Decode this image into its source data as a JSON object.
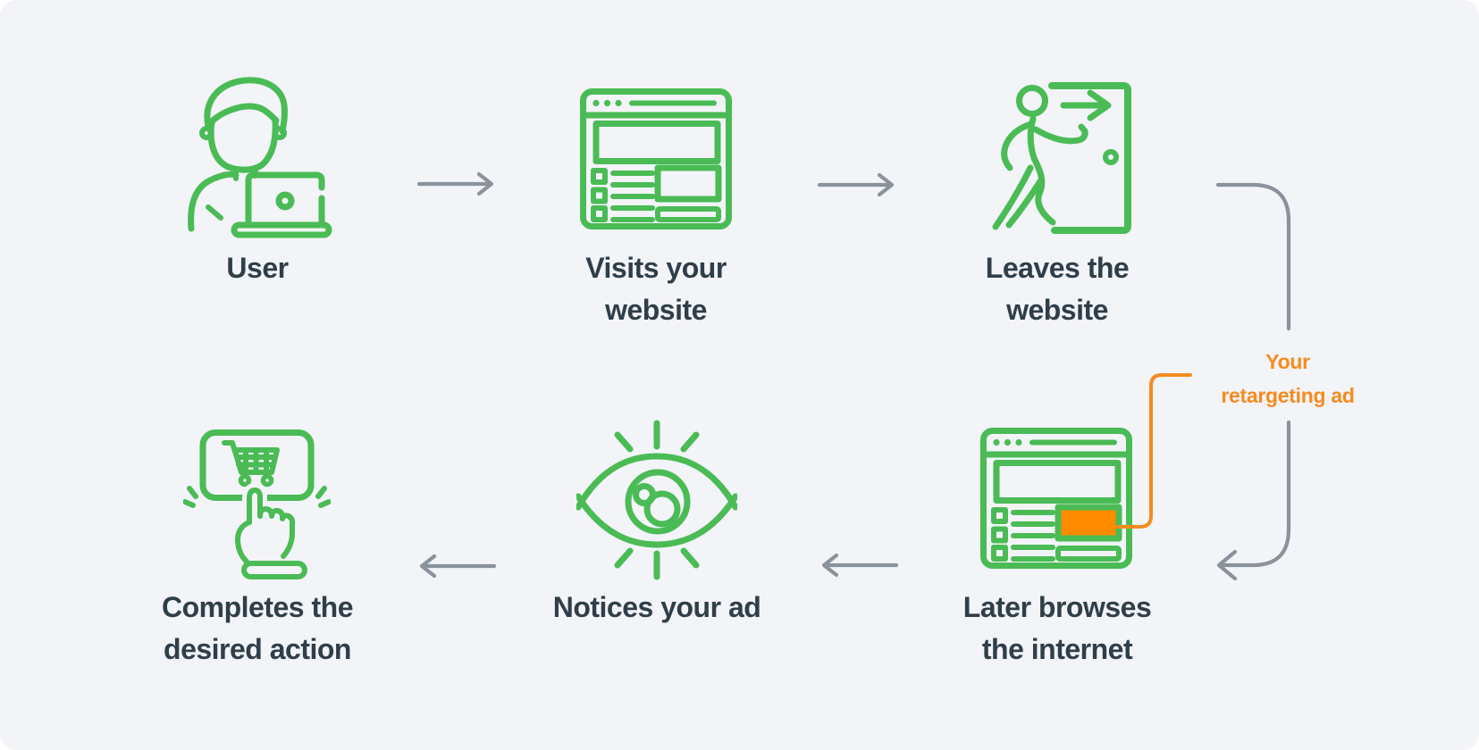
{
  "diagram": {
    "topic": "retargeting-ad-flow",
    "background": "#F2F4F8"
  },
  "steps": [
    {
      "name": "user",
      "icon": "user-laptop-icon",
      "label": [
        "User"
      ]
    },
    {
      "name": "visits-website",
      "icon": "website-browser-icon",
      "label": [
        "Visits your",
        "website"
      ]
    },
    {
      "name": "leaves-website",
      "icon": "exit-door-icon",
      "label": [
        "Leaves the",
        "website"
      ]
    },
    {
      "name": "later-browses",
      "icon": "browser-with-ad-icon",
      "label": [
        "Later browses",
        "the internet"
      ]
    },
    {
      "name": "notices-ad",
      "icon": "eye-icon",
      "label": [
        "Notices your ad"
      ]
    },
    {
      "name": "completes-action",
      "icon": "cart-click-icon",
      "label": [
        "Completes the",
        "desired action"
      ]
    }
  ],
  "annotation": {
    "label": [
      "Your",
      "retargeting ad"
    ],
    "color": "#F78B1E"
  },
  "connectors": [
    {
      "from": "user",
      "to": "visits-website",
      "type": "arrow-right"
    },
    {
      "from": "visits-website",
      "to": "leaves-website",
      "type": "arrow-right"
    },
    {
      "from": "leaves-website",
      "to": "later-browses",
      "type": "curved-arrow-down"
    },
    {
      "from": "later-browses",
      "to": "notices-ad",
      "type": "arrow-left"
    },
    {
      "from": "notices-ad",
      "to": "completes-action",
      "type": "arrow-left"
    },
    {
      "from": "annotation",
      "to": "ad-slot",
      "type": "orange-elbow-line"
    }
  ],
  "colors": {
    "green": "#4ABB55",
    "orange": "#F78B1E",
    "ad_fill": "#FF8C00",
    "arrow_gray": "#8A929C",
    "text": "#2F3E49",
    "card_bg": "#F2F4F8",
    "page_bg": "#FFFFFF"
  }
}
